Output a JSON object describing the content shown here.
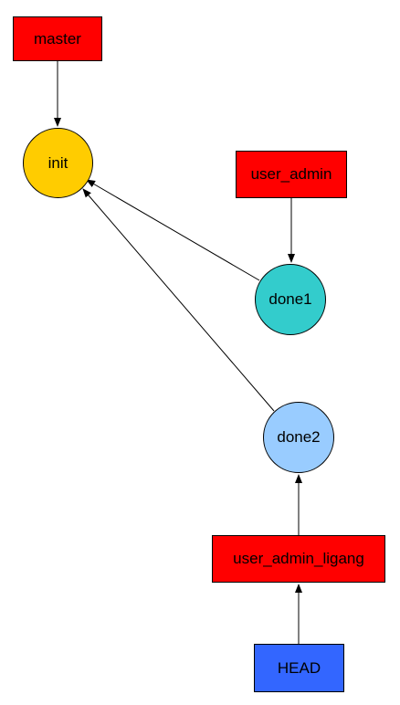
{
  "colors": {
    "branch": "#ff0000",
    "head": "#3366ff",
    "init": "#ffcc00",
    "done1": "#33cccc",
    "done2": "#99ccff",
    "edge": "#000000"
  },
  "nodes": {
    "master": {
      "label": "master",
      "shape": "box",
      "color_key": "branch"
    },
    "init": {
      "label": "init",
      "shape": "circle",
      "color_key": "init"
    },
    "user_admin": {
      "label": "user_admin",
      "shape": "box",
      "color_key": "branch"
    },
    "done1": {
      "label": "done1",
      "shape": "circle",
      "color_key": "done1"
    },
    "done2": {
      "label": "done2",
      "shape": "circle",
      "color_key": "done2"
    },
    "user_admin_ligang": {
      "label": "user_admin_ligang",
      "shape": "box",
      "color_key": "branch"
    },
    "head": {
      "label": "HEAD",
      "shape": "box",
      "color_key": "head"
    }
  },
  "edges": [
    {
      "from": "master",
      "to": "init"
    },
    {
      "from": "user_admin",
      "to": "done1"
    },
    {
      "from": "done1",
      "to": "init"
    },
    {
      "from": "done2",
      "to": "init"
    },
    {
      "from": "user_admin_ligang",
      "to": "done2"
    },
    {
      "from": "head",
      "to": "user_admin_ligang"
    }
  ]
}
